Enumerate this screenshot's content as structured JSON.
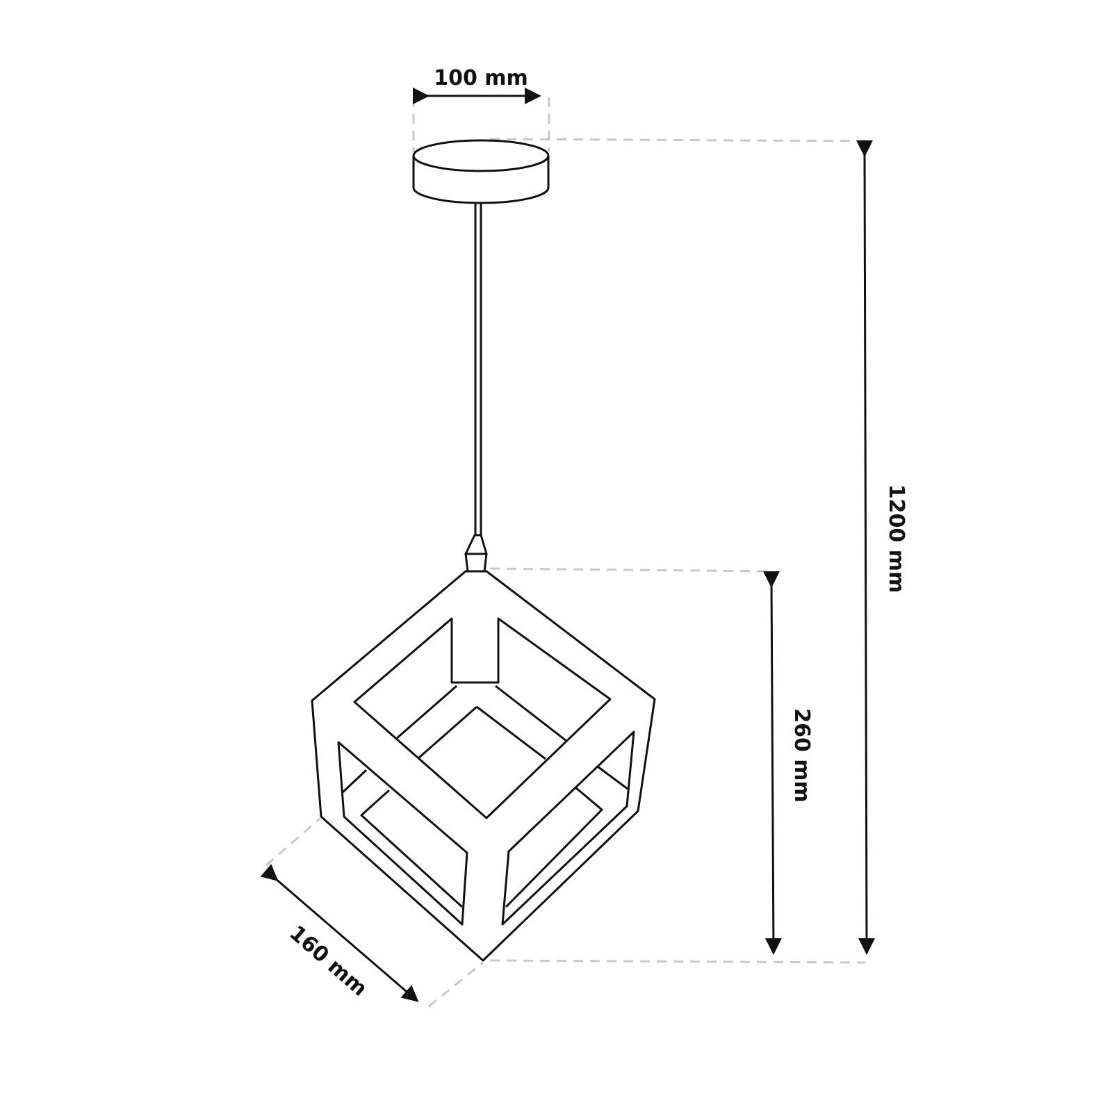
{
  "dimensions": {
    "canopy_diameter": "100 mm",
    "total_height": "1200 mm",
    "shade_height": "260 mm",
    "shade_width": "160 mm"
  },
  "colors": {
    "line": "#111111",
    "guide": "#c8c8c8"
  }
}
